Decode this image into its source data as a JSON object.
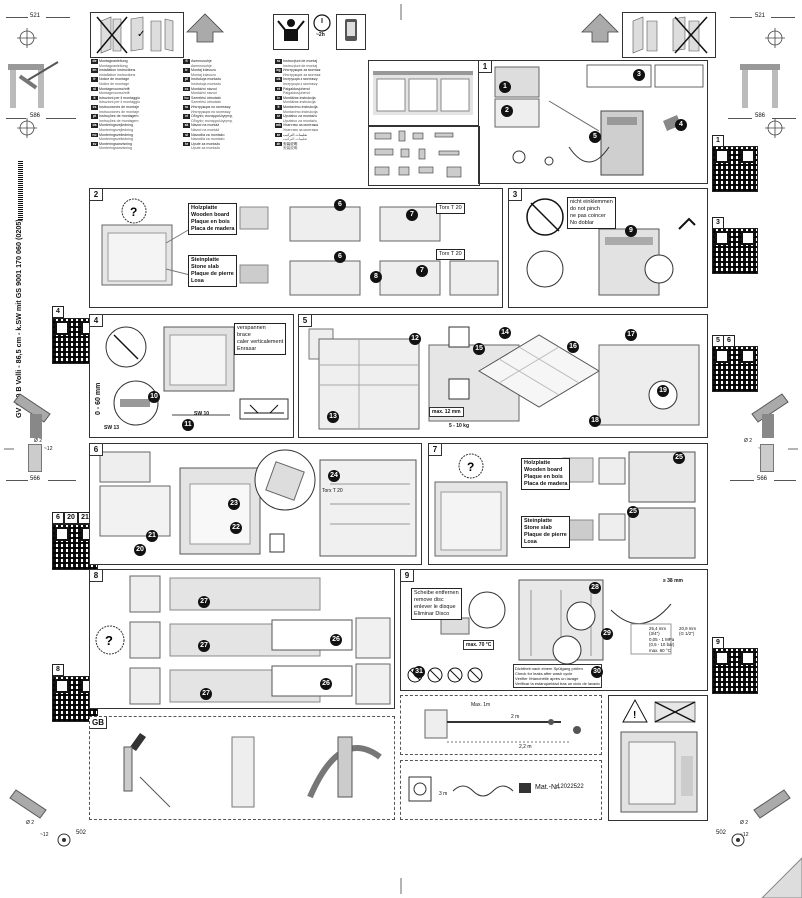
{
  "dims": {
    "top_left": "521",
    "top_right": "521",
    "mid_left": "586",
    "mid_right": "586",
    "side_left": "566",
    "side_right": "566",
    "bottom_left": "502",
    "bottom_right": "502",
    "hole_diameter": "Ø 2",
    "hole_depth": "~12",
    "depth_range": "0 - 60 mm"
  },
  "side_text": "GV 640 B  Volli - 86,5 cm - k.SW mit GS  9001 170 060 (0205)",
  "timer": "~2h",
  "languages": [
    {
      "code": "de",
      "text": "Montageanleitung"
    },
    {
      "code": "en",
      "text": "Installation instructions"
    },
    {
      "code": "fr",
      "text": "Notice de montage"
    },
    {
      "code": "nl",
      "text": "Montagevoorschrift"
    },
    {
      "code": "it",
      "text": "Istruzioni per il montaggio"
    },
    {
      "code": "es",
      "text": "Instrucciones de montaje"
    },
    {
      "code": "pt",
      "text": "Instruções de montagem"
    },
    {
      "code": "da",
      "text": "Monteringsvejledning"
    },
    {
      "code": "no",
      "text": "Monteringsveiledning"
    },
    {
      "code": "sv",
      "text": "Monteringsanvisning"
    },
    {
      "code": "fi",
      "text": "Asennusohje"
    },
    {
      "code": "tr",
      "text": "Montaj kılavuzu"
    },
    {
      "code": "pl",
      "text": "Instrukcja montażu"
    },
    {
      "code": "cs",
      "text": "Montážní návod"
    },
    {
      "code": "hu",
      "text": "Szerelési útmutató"
    },
    {
      "code": "ru",
      "text": "Инструкция по монтажу"
    },
    {
      "code": "el",
      "text": "Οδηγίες συναρμολόγησης"
    },
    {
      "code": "sk",
      "text": "Návod na montáž"
    },
    {
      "code": "sl",
      "text": "Navodila za montažo"
    },
    {
      "code": "hr",
      "text": "Upute za montažu"
    },
    {
      "code": "ro",
      "text": "Instrucţiuni de montaj"
    },
    {
      "code": "bg",
      "text": "Инструкция за монтаж"
    },
    {
      "code": "uk",
      "text": "Інструкція з монтажу"
    },
    {
      "code": "et",
      "text": "Paigaldusjuhend"
    },
    {
      "code": "lv",
      "text": "Montāžas instrukcija"
    },
    {
      "code": "lt",
      "text": "Montavimo instrukcija"
    },
    {
      "code": "sr",
      "text": "Uputstvo za montažu"
    },
    {
      "code": "mk",
      "text": "Упатство за монтажа"
    },
    {
      "code": "ar",
      "text": "تعليمات التركيب"
    },
    {
      "code": "zh",
      "text": "安装说明"
    }
  ],
  "panels": {
    "p1": "1",
    "p2": "2",
    "p3": "3",
    "p4": "4",
    "p5": "5",
    "p6": "6",
    "p7": "7",
    "p8": "8",
    "p9": "9",
    "gb": "GB"
  },
  "qr_tags": {
    "q1": "1",
    "q3": "3",
    "q4": "4",
    "q5a": "5",
    "q5b": "6",
    "q6": "6",
    "q6b": "20",
    "q6c": "21",
    "q8": "8",
    "q9": "9"
  },
  "wood": [
    "Holzplatte",
    "Wooden board",
    "Plaque en bois",
    "Placa de madera"
  ],
  "stone": [
    "Steinplatte",
    "Stone slab",
    "Plaque de pierre",
    "Losa"
  ],
  "torx": "Torx T 20",
  "no_pinch": [
    "nicht einklemmen",
    "do not pinch",
    "ne pas coincer",
    "No doblar"
  ],
  "vertical": [
    "verspannen",
    "brace",
    "caler verticalement",
    "Enrasar"
  ],
  "sw": [
    "SW 13",
    "SW 10"
  ],
  "max_weight": "max. 12 mm",
  "kg": "5 - 10 kg",
  "remove_disc": [
    "Scheibe entfernen",
    "remove disc",
    "enlever le disque",
    "Eliminar Disco"
  ],
  "max_temp": "max. 70 °C",
  "seal_check": [
    "Dichtheit nach einem Spülgang prüfen",
    "Check for leaks after wash cycle",
    "Vérifier l'étanchéité après un lavage",
    "Verificar la estanqueidad tras un ciclo de lavado"
  ],
  "pressure": [
    "26,4 mm",
    "20,9 mm",
    "(3/4\")",
    "(G 1/2\")",
    "0,05 - 1 MPa",
    "(0,5 - 10 bar)",
    "max. 60 °C"
  ],
  "len_38": "≥ 38 mm",
  "hose": {
    "max_len": "Max. 1m",
    "len2": "2 m",
    "len3": "2,2 m"
  },
  "mat_nr_label": "Mat.-Nr.",
  "mat_nr": "12022522",
  "plug_len": "3 m",
  "steps": [
    "1",
    "2",
    "3",
    "4",
    "5",
    "6",
    "7",
    "8",
    "9",
    "10",
    "11",
    "12",
    "13",
    "14",
    "15",
    "16",
    "17",
    "18",
    "19",
    "20",
    "21",
    "22",
    "23",
    "24",
    "25",
    "26",
    "27",
    "28",
    "29",
    "30",
    "31"
  ]
}
